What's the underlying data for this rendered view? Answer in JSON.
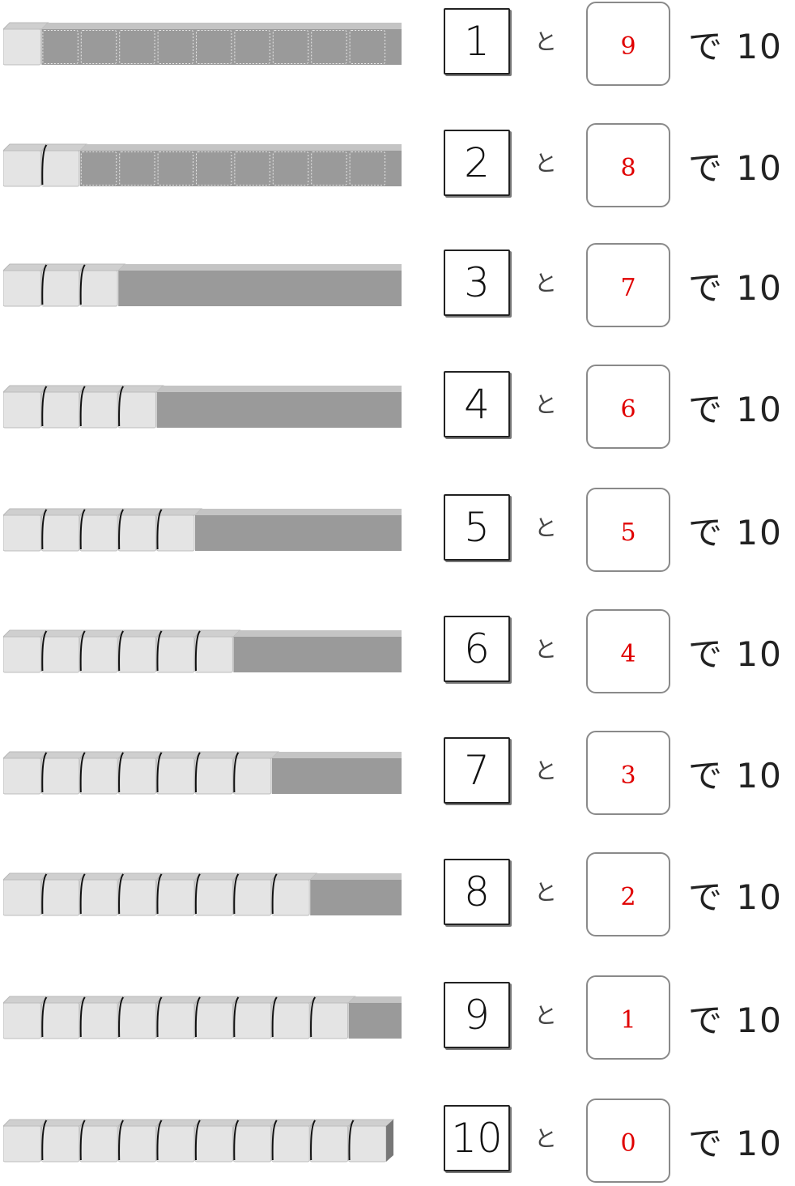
{
  "rows": [
    {
      "given": "1",
      "particle": "と",
      "answer": "9",
      "suffix": "で 10"
    },
    {
      "given": "2",
      "particle": "と",
      "answer": "8",
      "suffix": "で 10"
    },
    {
      "given": "3",
      "particle": "と",
      "answer": "7",
      "suffix": "で 10"
    },
    {
      "given": "4",
      "particle": "と",
      "answer": "6",
      "suffix": "で 10"
    },
    {
      "given": "5",
      "particle": "と",
      "answer": "5",
      "suffix": "で 10"
    },
    {
      "given": "6",
      "particle": "と",
      "answer": "4",
      "suffix": "で 10"
    },
    {
      "given": "7",
      "particle": "と",
      "answer": "3",
      "suffix": "で 10"
    },
    {
      "given": "8",
      "particle": "と",
      "answer": "2",
      "suffix": "で 10"
    },
    {
      "given": "9",
      "particle": "と",
      "answer": "1",
      "suffix": "で 10"
    },
    {
      "given": "10",
      "particle": "と",
      "answer": "0",
      "suffix": "で 10"
    }
  ],
  "colors": {
    "cube_light": "#e4e4e4",
    "cube_top": "#cfcfcf",
    "rod_dark": "#9a9a9a",
    "rod_top": "#c4c4c4",
    "answer_text": "#e00000"
  }
}
